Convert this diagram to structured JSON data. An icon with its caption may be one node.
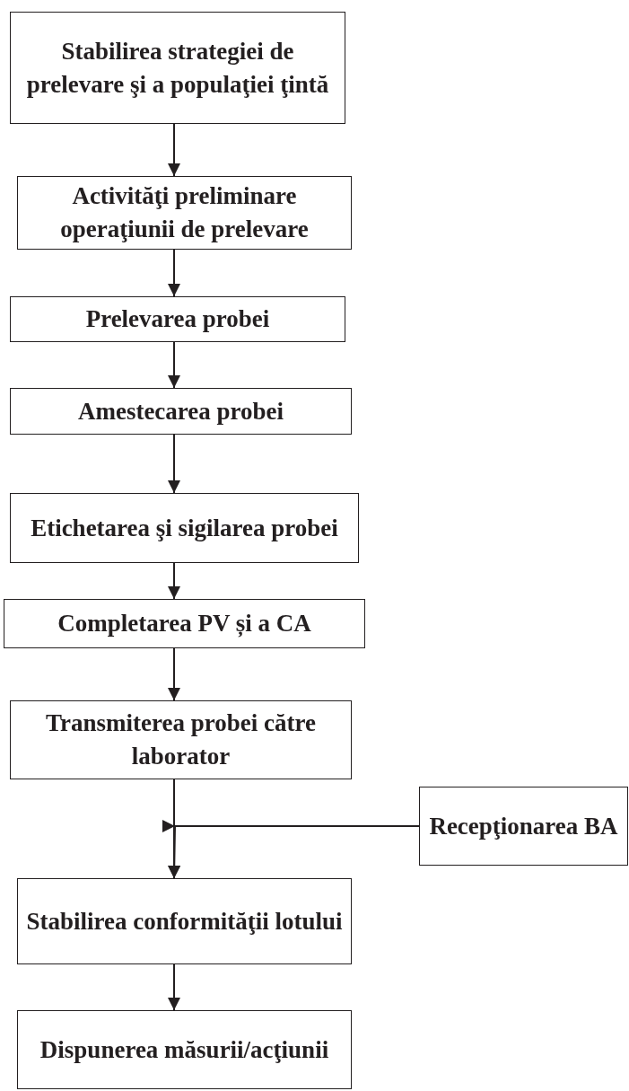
{
  "diagram": {
    "nodes": [
      {
        "text": [
          "Stabilirea strategiei de prelevare şi a populaţiei ţintă"
        ]
      },
      {
        "text": [
          "Activităţi preliminare operaţiunii de prelevare"
        ]
      },
      {
        "text": [
          "Prelevarea probei"
        ]
      },
      {
        "text": [
          "Amestecarea probei"
        ]
      },
      {
        "text": [
          "Etichetarea şi sigilarea probei"
        ]
      },
      {
        "text": [
          "Completarea PV și a CA"
        ]
      },
      {
        "text": [
          "Transmiterea probei către laborator"
        ]
      },
      {
        "text": [
          "Recepţionarea BA"
        ]
      },
      {
        "text": [
          "Stabilirea conformităţii lotului"
        ]
      },
      {
        "text": [
          "Dispunerea măsurii/acţiunii"
        ]
      }
    ],
    "edges": [
      {
        "from": 0,
        "to": 1,
        "arrow": "to"
      },
      {
        "from": 1,
        "to": 2,
        "arrow": "to"
      },
      {
        "from": 2,
        "to": 3,
        "arrow": "to"
      },
      {
        "from": 3,
        "to": 4,
        "arrow": "to"
      },
      {
        "from": 4,
        "to": 5,
        "arrow": "to"
      },
      {
        "from": 5,
        "to": 6,
        "arrow": "to"
      },
      {
        "from": 6,
        "to": 8,
        "arrow": "to"
      },
      {
        "from": 7,
        "to": 8,
        "arrow": "to"
      },
      {
        "from": 8,
        "to": 9,
        "arrow": "to"
      }
    ]
  }
}
